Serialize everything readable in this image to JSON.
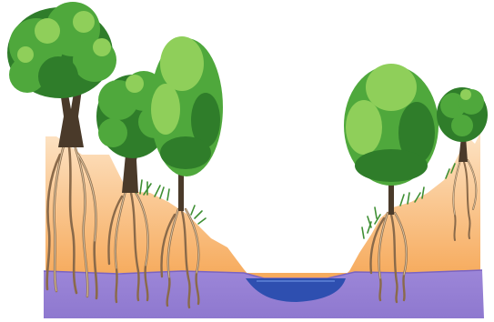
{
  "diagram": {
    "subject": "riparian-cross-section",
    "colors": {
      "background": "#ffffff",
      "soil_top": "#fde3c4",
      "soil_bottom": "#f6a95a",
      "groundwater": "#9c86d8",
      "groundwater_line": "#7a63c2",
      "stream": "#2e4fb0",
      "stream_dark": "#1f3a8f",
      "foliage_dark": "#2f7d2a",
      "foliage_mid": "#4fa83c",
      "foliage_light": "#8fcf5a",
      "trunk": "#4a3a2a",
      "root": "#8a6a4a",
      "root_light": "#d9c2a0",
      "grass": "#3f8f34"
    },
    "trees": [
      {
        "name": "left-large-oak-tree",
        "kind": "broadleaf"
      },
      {
        "name": "left-medium-tree",
        "kind": "broadleaf"
      },
      {
        "name": "left-conifer-tree",
        "kind": "conifer"
      },
      {
        "name": "right-conifer-tree",
        "kind": "conifer"
      },
      {
        "name": "right-small-tree",
        "kind": "broadleaf"
      }
    ]
  }
}
